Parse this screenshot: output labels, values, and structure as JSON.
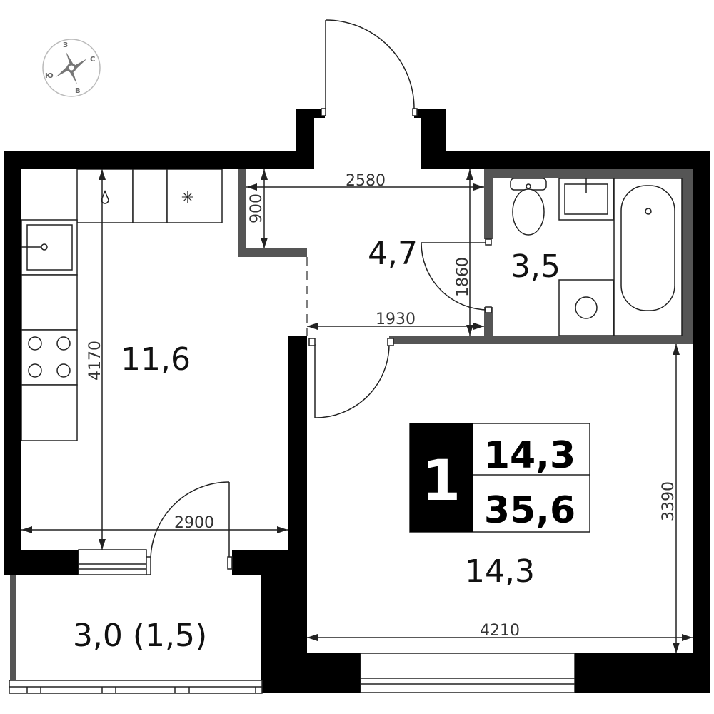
{
  "plan": {
    "rooms": [
      {
        "name": "kitchen-living",
        "area": "11,6"
      },
      {
        "name": "hallway",
        "area": "4,7"
      },
      {
        "name": "bathroom",
        "area": "3,5"
      },
      {
        "name": "bedroom",
        "area": "14,3"
      },
      {
        "name": "balcony",
        "area": "3,0 (1,5)"
      }
    ],
    "dimensions": {
      "hall_width": "2580",
      "hall_niche": "900",
      "hall_depth": "1860",
      "hall_lower": "1930",
      "kitchen_depth": "4170",
      "kitchen_width": "2900",
      "bedroom_depth": "3390",
      "bedroom_width": "4210"
    },
    "summary": {
      "rooms_count": "1",
      "living_area": "14,3",
      "total_area": "35,6"
    },
    "compass": {
      "north": "С",
      "south": "Ю",
      "west": "З",
      "east": "В"
    },
    "colors": {
      "wall": "#000000",
      "partition": "#555555",
      "line": "#222222"
    }
  }
}
